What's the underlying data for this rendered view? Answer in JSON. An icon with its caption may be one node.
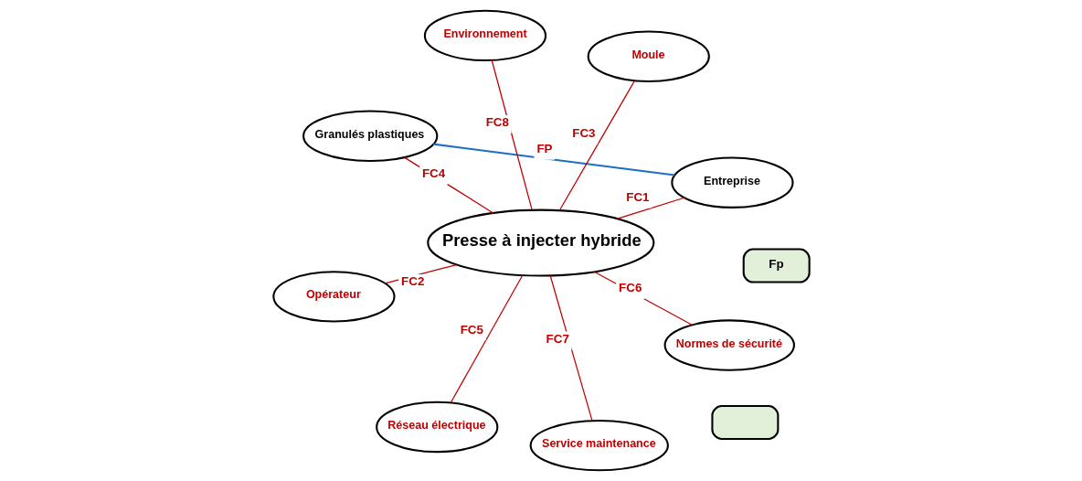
{
  "diagram": {
    "nodes": [
      {
        "text": [
          "Presse à injecter hybride"
        ]
      },
      {
        "text": [
          "Entreprise"
        ]
      },
      {
        "text": [
          "Réseau électrique"
        ]
      },
      {
        "text": [
          "Granulés plastiques"
        ]
      },
      {
        "text": [
          "Moule"
        ]
      },
      {
        "text": [
          "Environnement"
        ]
      },
      {
        "text": [
          "Opérateur"
        ]
      },
      {
        "text": [
          "Normes de sécurité"
        ]
      },
      {
        "text": [
          "Service maintenance"
        ]
      },
      {
        "text": [
          "Fp"
        ]
      },
      {
        "text": [],
        "shape": "box"
      }
    ],
    "edges": [
      {
        "from": 1,
        "to": 3,
        "arrow": "none",
        "label": "FP",
        "color": "#1f6fbf"
      },
      {
        "from": 1,
        "to": 0,
        "arrow": "none",
        "label": "FC1"
      },
      {
        "from": 2,
        "to": 0,
        "arrow": "none",
        "label": "FC5"
      },
      {
        "from": 3,
        "to": 0,
        "arrow": "none",
        "label": "FC4"
      },
      {
        "from": 4,
        "to": 0,
        "arrow": "none",
        "label": "FC3"
      },
      {
        "from": 5,
        "to": 0,
        "arrow": "none",
        "label": "FC8"
      },
      {
        "from": 6,
        "to": 0,
        "arrow": "none",
        "label": "FC2"
      },
      {
        "from": 7,
        "to": 0,
        "arrow": "none",
        "label": "FC6"
      },
      {
        "from": 8,
        "to": 0,
        "arrow": "none",
        "label": "FC7"
      }
    ]
  }
}
